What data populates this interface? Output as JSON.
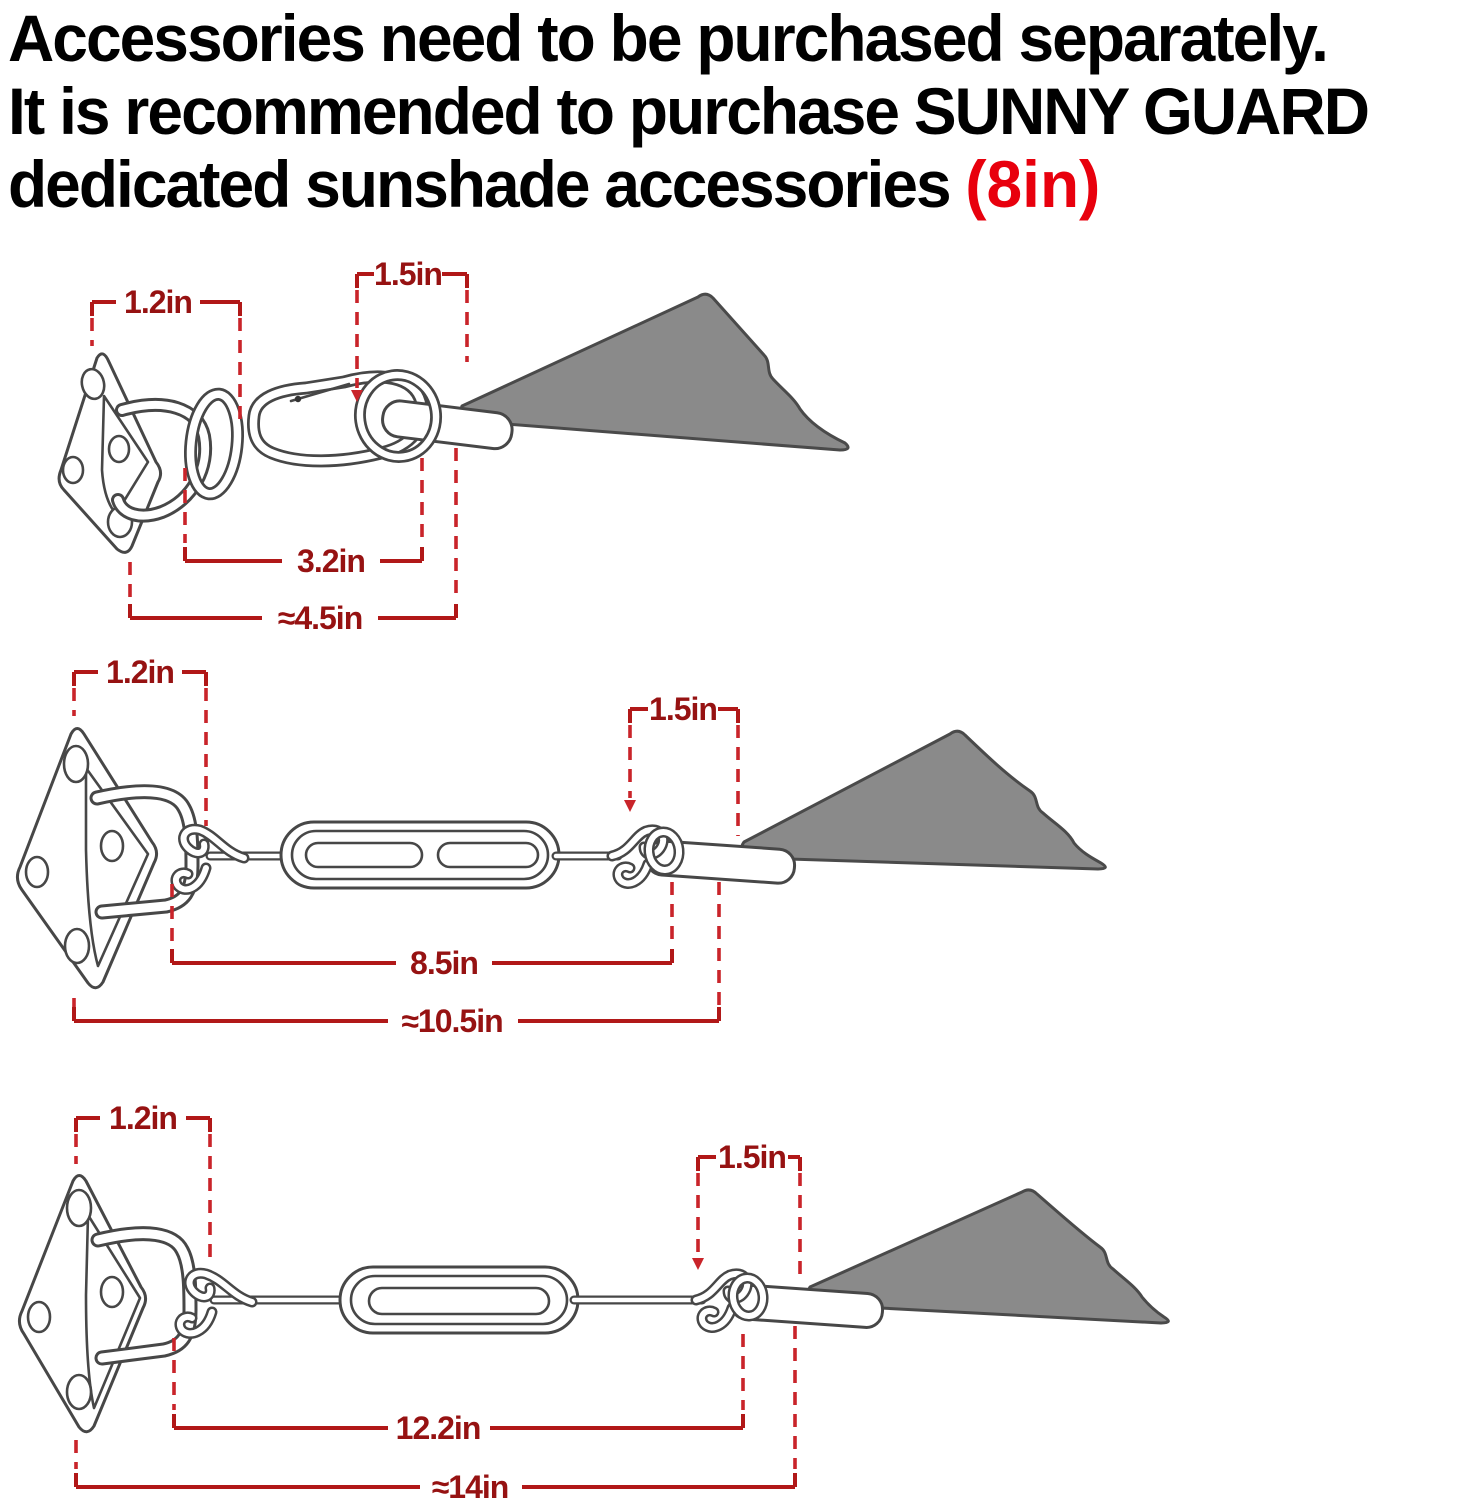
{
  "title": {
    "line1": "Accessories need to be purchased separately.",
    "line2": "It is recommended to purchase SUNNY GUARD",
    "line3": "dedicated sunshade accessories",
    "size_note": "(8in)"
  },
  "colors": {
    "headline_black": "#000000",
    "callout_red": "#e8000d",
    "dimension_line_red": "#b11818",
    "dashed_line_red": "#c9242a",
    "dimension_label_red": "#961212",
    "sail_gray": "#8a8a8a",
    "line_art_gray": "#474747",
    "background": "#ffffff"
  },
  "diagrams": [
    {
      "id": "carabiner-assembly",
      "parts": [
        "pad eye",
        "chain link",
        "carabiner",
        "d-ring",
        "sail corner"
      ],
      "labels": {
        "pad": "1.2in",
        "ring": "1.5in",
        "part": "3.2in",
        "total": "≈4.5in"
      }
    },
    {
      "id": "turnbuckle-assembly-medium",
      "parts": [
        "pad eye",
        "hook",
        "turnbuckle",
        "s-hook",
        "d-ring",
        "sail corner"
      ],
      "labels": {
        "pad": "1.2in",
        "ring": "1.5in",
        "part": "8.5in",
        "total": "≈10.5in"
      }
    },
    {
      "id": "turnbuckle-assembly-long",
      "parts": [
        "pad eye",
        "hook",
        "turnbuckle",
        "s-hook",
        "d-ring",
        "sail corner"
      ],
      "labels": {
        "pad": "1.2in",
        "ring": "1.5in",
        "part": "12.2in",
        "total": "≈14in"
      }
    }
  ]
}
